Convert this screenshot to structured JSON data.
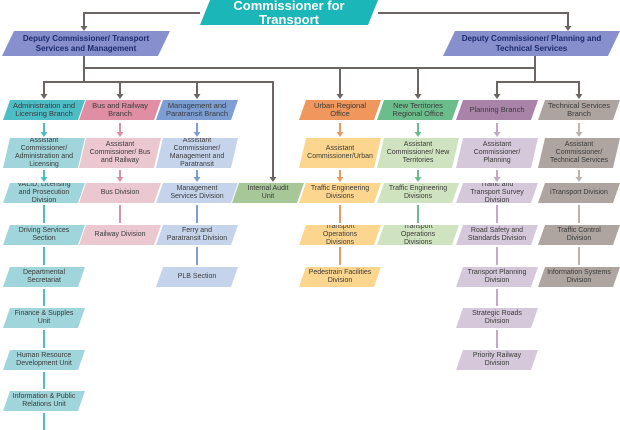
{
  "title": "Commissioner for Transport",
  "deputies": [
    {
      "label": "Deputy Commissioner/ Transport Services and Management"
    },
    {
      "label": "Deputy Commissioner/ Planning and Technical Services"
    }
  ],
  "columns": [
    {
      "key": "admin",
      "header": "Administration and Licensing Branch",
      "ac": "Assistant Commissioner/ Administration and Licensing",
      "units": [
        "VALID, Licensing and Prosecution Division",
        "Driving Services Section",
        "Departmental Secretariat",
        "Finance & Supples Unit",
        "Human Resource Development Unit",
        "Information & Public Relations Unit"
      ],
      "colors": {
        "header": "#4dbdc6",
        "body": "#9fd5db",
        "line": "#4dbdc6"
      }
    },
    {
      "key": "bus",
      "header": "Bus and Railway Branch",
      "ac": "Assistant Commissioner/ Bus and Railway",
      "units": [
        "Bus Division",
        "Railway Division"
      ],
      "colors": {
        "header": "#df8ea3",
        "body": "#ebc7d0",
        "line": "#df8ea3"
      }
    },
    {
      "key": "mgmt",
      "header": "Management and Paratransit Branch",
      "ac": "Assistant Commissioner/ Management and Paratransit",
      "units": [
        "Management Services Division",
        "Ferry and Paratransit Division",
        "PLB Section"
      ],
      "colors": {
        "header": "#7d9ed2",
        "body": "#c6d4eb",
        "line": "#7d9ed2"
      }
    },
    {
      "key": "urban",
      "header": "Urban Regional Office",
      "ac": "Assistant Commissioner/Urban",
      "units": [
        "Traffic Engineering Divisions",
        "Transport Operations Divisions",
        "Pedestrain Facilities Division"
      ],
      "colors": {
        "header": "#ef975c",
        "body": "#fcd68e",
        "line": "#ef975c"
      }
    },
    {
      "key": "nt",
      "header": "New Territories Regional Office",
      "ac": "Assistant Commissioner/ New Territories",
      "units": [
        "Traffic Engineering Divisions",
        "Transport Operations Divisions"
      ],
      "colors": {
        "header": "#6cbd8c",
        "body": "#d0e3c0",
        "line": "#6cbd8c"
      }
    },
    {
      "key": "planning",
      "header": "Planning Branch",
      "ac": "Assistant Commissioner/ Planning",
      "units": [
        "Traffic and Transport Survey Division",
        "Road Safety and Standards Division",
        "Transport Planning Division",
        "Strategic Roads Division",
        "Priority Railway Division"
      ],
      "colors": {
        "header": "#a984a8",
        "body": "#d5c8da",
        "line": "#c3a9c3"
      }
    },
    {
      "key": "tech",
      "header": "Technical Services Branch",
      "ac": "Assistant Commissioner/ Technical Services",
      "units": [
        "iTransport Division",
        "Traffic Control Division",
        "Information Systems Division"
      ],
      "colors": {
        "header": "#ada39f",
        "body": "#aea4a0",
        "line": "#bdb4b0"
      }
    }
  ],
  "internal_audit": {
    "label": "Internal Audit Unit",
    "color": "#a8c799"
  },
  "colors": {
    "commissioner": "#1bb6b8",
    "deputy": "#8790cc",
    "connector": "#6b6563"
  }
}
